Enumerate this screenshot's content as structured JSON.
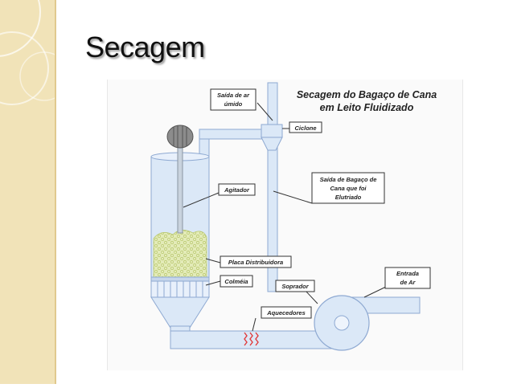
{
  "slide": {
    "title": "Secagem"
  },
  "diagram": {
    "heading_line1": "Secagem do Bagaço de Cana",
    "heading_line2": "em Leito Fluidizado",
    "labels": {
      "saida_ar_1": "Saída de ar",
      "saida_ar_2": "úmido",
      "ciclone": "Ciclone",
      "saida_bagaco_1": "Saída de Bagaço de",
      "saida_bagaco_2": "Cana que foi",
      "saida_bagaco_3": "Elutriado",
      "agitador": "Agitador",
      "placa": "Placa Distribuidora",
      "colmeia": "Colméia",
      "soprador": "Soprador",
      "entrada_1": "Entrada",
      "entrada_2": "de Ar",
      "aquecedores": "Aquecedores"
    },
    "colors": {
      "fill": "#dbe8f7",
      "outline": "#8ea9d2",
      "leader": "#333333",
      "heater": "#e03c3c",
      "bagasse": "#d7e3a0"
    }
  }
}
